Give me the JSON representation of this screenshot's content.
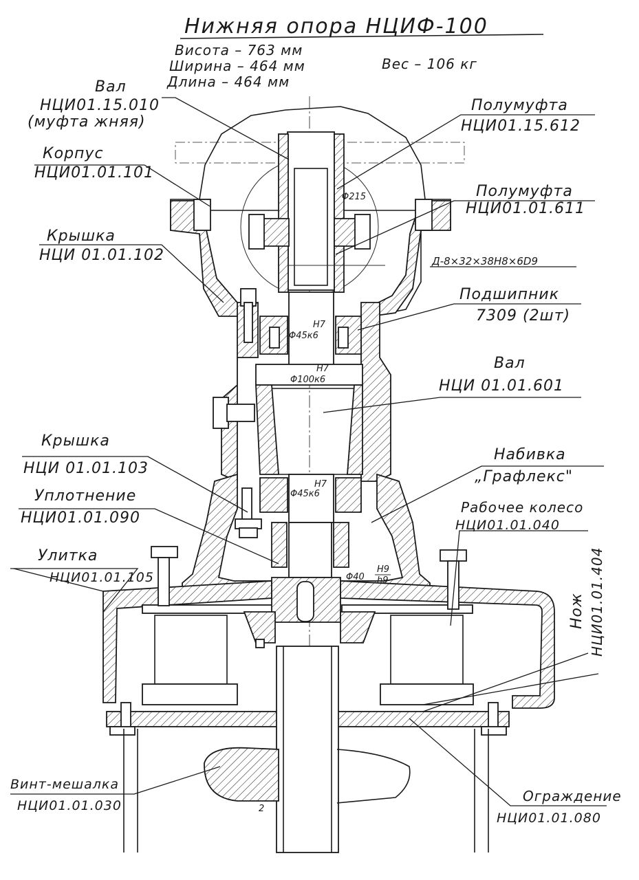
{
  "title": "Нижняя опора НЦИФ-100",
  "specs": {
    "height": "Висота – 763 мм",
    "width": "Ширина – 464 мм",
    "length": "Длина – 464 мм",
    "weight": "Вес – 106 кг"
  },
  "callouts": {
    "shaft_top": {
      "name": "Вал",
      "code": "НЦИ01.15.010",
      "note": "(муфта жняя)"
    },
    "housing": {
      "name": "Корпус",
      "code": "НЦИ01.01.101"
    },
    "cover_top": {
      "name": "Крышка",
      "code": "НЦИ 01.01.102"
    },
    "cover_bottom": {
      "name": "Крышка",
      "code": "НЦИ 01.01.103"
    },
    "seal": {
      "name": "Уплотнение",
      "code": "НЦИ01.01.090"
    },
    "volute": {
      "name": "Улитка",
      "code": "НЦИ01.01.105"
    },
    "mixer_screw": {
      "name": "Винт-мешалка",
      "code": "НЦИ01.01.030"
    },
    "half_coupling_1": {
      "name": "Полумуфта",
      "code": "НЦИ01.15.612"
    },
    "half_coupling_2": {
      "name": "Полумуфта",
      "code": "НЦИ01.01.611"
    },
    "spline": {
      "text": "Д-8×32×38Н8×6D9"
    },
    "bearing": {
      "name": "Подшипник",
      "code": "7309 (2шт)"
    },
    "shaft_main": {
      "name": "Вал",
      "code": "НЦИ 01.01.601"
    },
    "packing": {
      "name": "Набивка",
      "code": "„Графлекс\""
    },
    "impeller": {
      "name": "Рабочее колесо",
      "code": "НЦИ01.01.040"
    },
    "knife": {
      "name": "Нож",
      "code": "НЦИ01.01.404"
    },
    "guard": {
      "name": "Ограждение",
      "code": "НЦИ01.01.080"
    }
  },
  "dimensions": {
    "d215": "Φ215",
    "d45_top": "Φ45к6",
    "fit_top": "Н7",
    "d100": "Φ100к6",
    "fit_mid": "Н7",
    "d45_bottom": "Φ45к6",
    "fit_bottom": "Н7",
    "d40": "Φ40",
    "fit_d40_top": "Н9",
    "fit_d40_bottom": "h9"
  },
  "marks": {
    "section_mark": "2"
  }
}
